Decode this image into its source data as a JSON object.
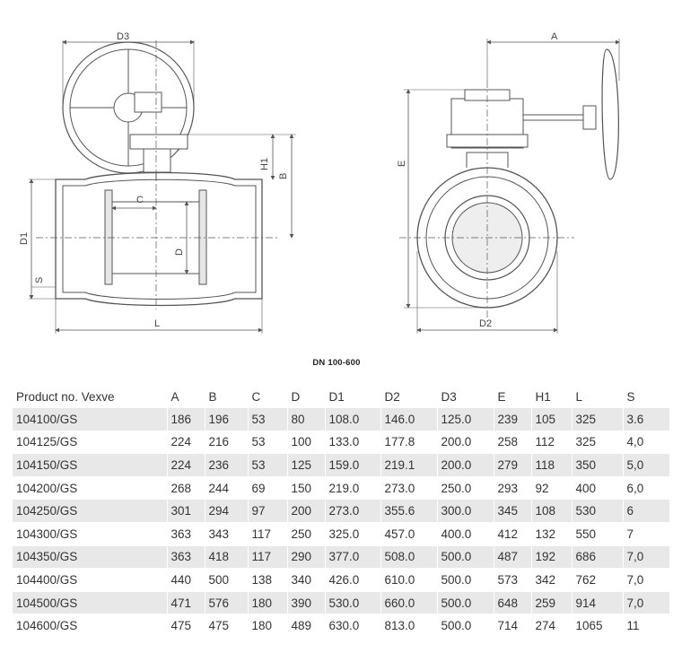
{
  "drawing": {
    "labels": {
      "D3": "D3",
      "H1": "H1",
      "B": "B",
      "C": "C",
      "D": "D",
      "D1": "D1",
      "S": "S",
      "L": "L",
      "A": "A",
      "E": "E",
      "D2": "D2"
    },
    "caption": "DN 100-600"
  },
  "table": {
    "headers": [
      "Product no. Vexve",
      "A",
      "B",
      "C",
      "D",
      "D1",
      "D2",
      "D3",
      "E",
      "H1",
      "L",
      "S"
    ],
    "rows": [
      [
        "104100/GS",
        "186",
        "196",
        "53",
        "80",
        "108.0",
        "146.0",
        "125.0",
        "239",
        "105",
        "325",
        "3.6"
      ],
      [
        "104125/GS",
        "224",
        "216",
        "53",
        "100",
        "133.0",
        "177.8",
        "200.0",
        "258",
        "112",
        "325",
        "4,0"
      ],
      [
        "104150/GS",
        "224",
        "236",
        "53",
        "125",
        "159.0",
        "219.1",
        "200.0",
        "279",
        "118",
        "350",
        "5,0"
      ],
      [
        "104200/GS",
        "268",
        "244",
        "69",
        "150",
        "219.0",
        "273.0",
        "250.0",
        "293",
        "92",
        "400",
        "6,0"
      ],
      [
        "104250/GS",
        "301",
        "294",
        "97",
        "200",
        "273.0",
        "355.6",
        "300.0",
        "345",
        "108",
        "530",
        "6"
      ],
      [
        "104300/GS",
        "363",
        "343",
        "117",
        "250",
        "325.0",
        "457.0",
        "400.0",
        "412",
        "132",
        "550",
        "7"
      ],
      [
        "104350/GS",
        "363",
        "418",
        "117",
        "290",
        "377.0",
        "508.0",
        "500.0",
        "487",
        "192",
        "686",
        "7,0"
      ],
      [
        "104400/GS",
        "440",
        "500",
        "138",
        "340",
        "426.0",
        "610.0",
        "500.0",
        "573",
        "342",
        "762",
        "7,0"
      ],
      [
        "104500/GS",
        "471",
        "576",
        "180",
        "390",
        "530.0",
        "660.0",
        "500.0",
        "648",
        "259",
        "914",
        "7,0"
      ],
      [
        "104600/GS",
        "475",
        "475",
        "180",
        "489",
        "630.0",
        "813.0",
        "500.0",
        "714",
        "274",
        "1065",
        "11"
      ]
    ]
  }
}
